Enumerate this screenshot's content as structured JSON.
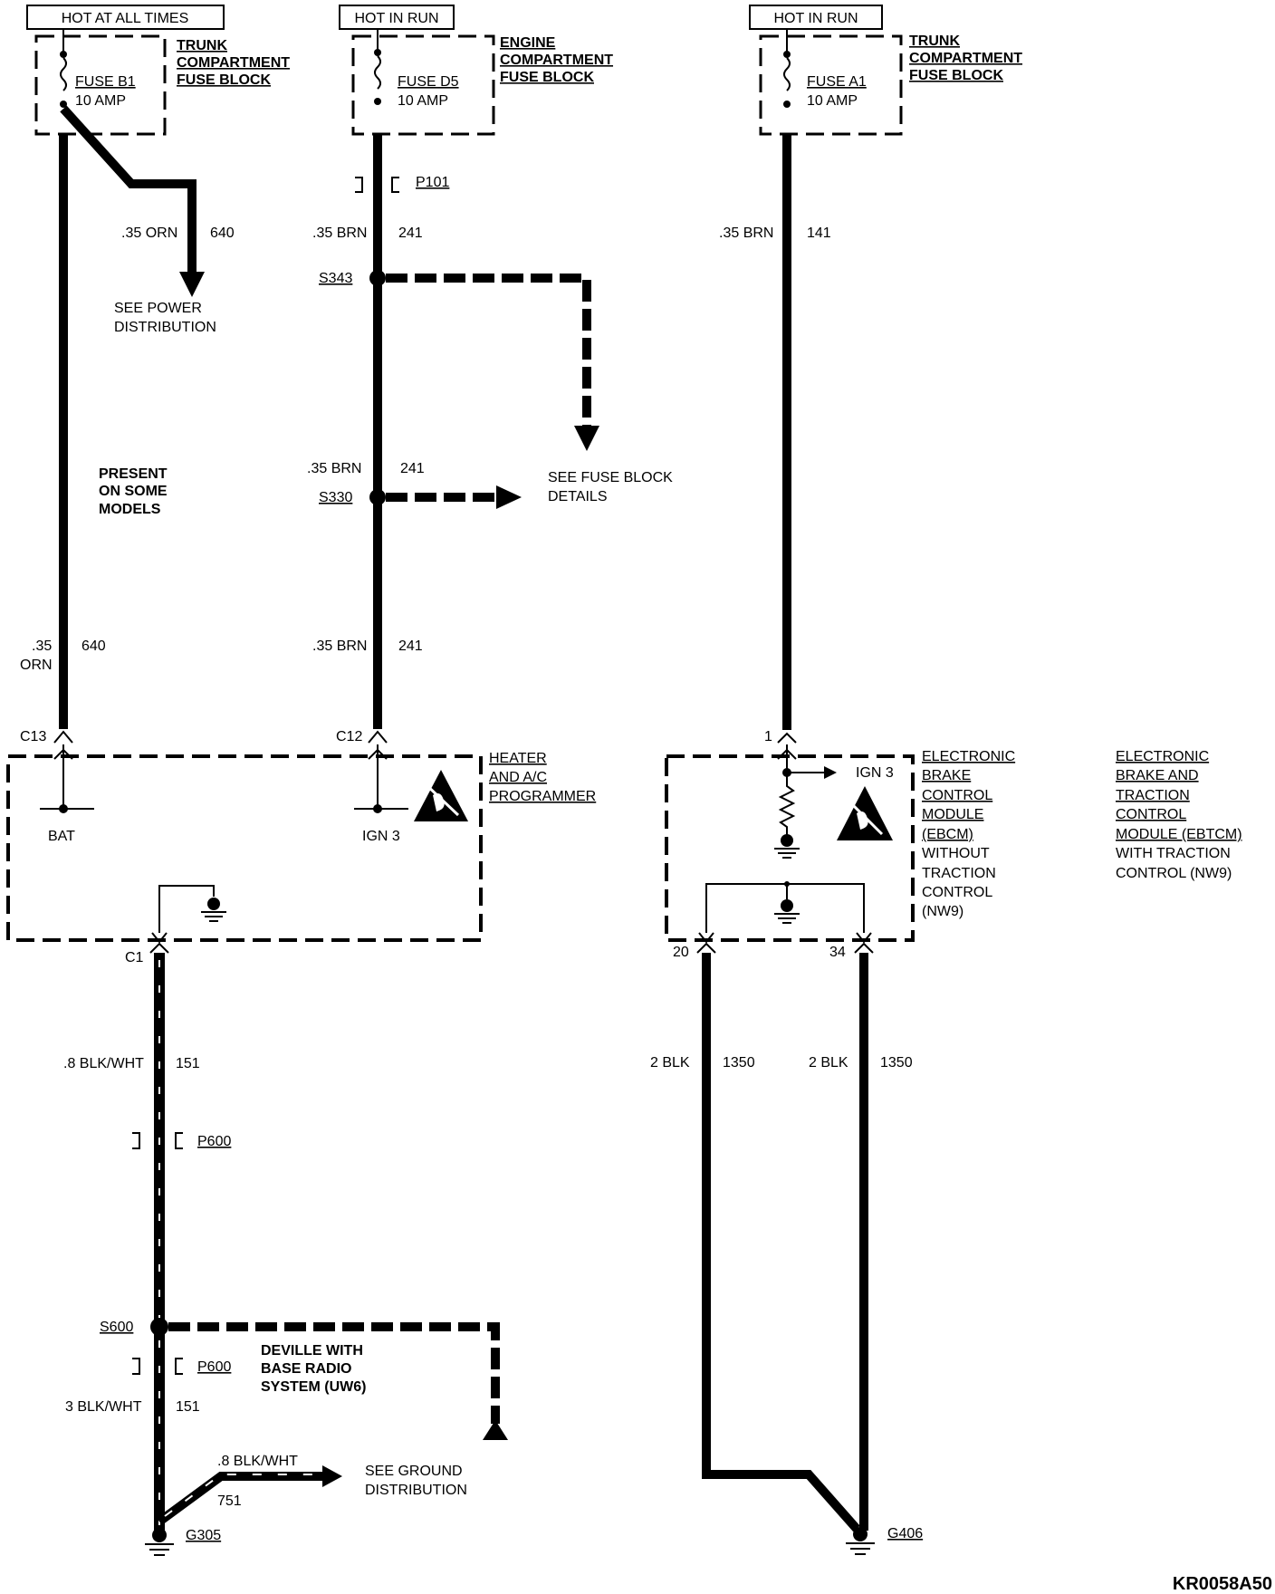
{
  "power_sources": {
    "left": "HOT AT ALL TIMES",
    "middle": "HOT IN RUN",
    "right": "HOT IN RUN"
  },
  "fuse_blocks": {
    "left": {
      "fuse": "FUSE B1",
      "rating": "10 AMP",
      "block": [
        "TRUNK",
        "COMPARTMENT",
        "FUSE BLOCK"
      ]
    },
    "middle": {
      "fuse": "FUSE D5",
      "rating": "10 AMP",
      "block": [
        "ENGINE",
        "COMPARTMENT",
        "FUSE BLOCK"
      ]
    },
    "right": {
      "fuse": "FUSE A1",
      "rating": "10 AMP",
      "block": [
        "TRUNK",
        "COMPARTMENT",
        "FUSE BLOCK"
      ]
    }
  },
  "wires": {
    "orn_branch": {
      "gauge": ".35 ORN",
      "circuit": "640"
    },
    "orn_main": {
      "gauge_a": ".35",
      "gauge_b": "ORN",
      "circuit": "640"
    },
    "brn_top": {
      "gauge": ".35 BRN",
      "circuit": "241"
    },
    "brn_mid": {
      "gauge": ".35 BRN",
      "circuit": "241"
    },
    "brn_bottom": {
      "gauge": ".35 BRN",
      "circuit": "241"
    },
    "brn_right": {
      "gauge": ".35 BRN",
      "circuit": "141"
    },
    "gnd_upper": {
      "gauge": ".8 BLK/WHT",
      "circuit": "151"
    },
    "gnd_lower": {
      "gauge": "3 BLK/WHT",
      "circuit": "151"
    },
    "gnd_branch": {
      "gauge": ".8 BLK/WHT",
      "circuit": "751"
    },
    "ebcm_gnd_a": {
      "gauge": "2 BLK",
      "circuit": "1350"
    },
    "ebcm_gnd_b": {
      "gauge": "2 BLK",
      "circuit": "1350"
    }
  },
  "connectors": {
    "p101": "P101",
    "p600_top": "P600",
    "p600_bottom": "P600",
    "c13": "C13",
    "c12": "C12",
    "c1": "C1",
    "pin_1": "1",
    "pin_20": "20",
    "pin_34": "34"
  },
  "splices": {
    "s343": "S343",
    "s330": "S330",
    "s600": "S600"
  },
  "grounds": {
    "g305": "G305",
    "g406": "G406"
  },
  "notes": {
    "see_power": [
      "SEE POWER",
      "DISTRIBUTION"
    ],
    "present": [
      "PRESENT",
      "ON SOME",
      "MODELS"
    ],
    "see_fuse": [
      "SEE FUSE BLOCK",
      "DETAILS"
    ],
    "deville": [
      "DEVILLE WITH",
      "BASE RADIO",
      "SYSTEM (UW6)"
    ],
    "see_ground": [
      "SEE GROUND",
      "DISTRIBUTION"
    ]
  },
  "modules": {
    "heater": {
      "name": [
        "HEATER",
        "AND A/C",
        "PROGRAMMER"
      ],
      "pin_bat": "BAT",
      "pin_ign": "IGN 3"
    },
    "ebcm": {
      "pin_ign": "IGN 3",
      "name": [
        "ELECTRONIC",
        "BRAKE",
        "CONTROL",
        "MODULE",
        "(EBCM)",
        "WITHOUT",
        "TRACTION",
        "CONTROL",
        "(NW9)"
      ],
      "alt_name": [
        "ELECTRONIC",
        "BRAKE AND",
        "TRACTION",
        "CONTROL",
        "MODULE (EBTCM)",
        "WITH TRACTION",
        "CONTROL (NW9)"
      ]
    }
  },
  "figure_code": "KR0058A50"
}
